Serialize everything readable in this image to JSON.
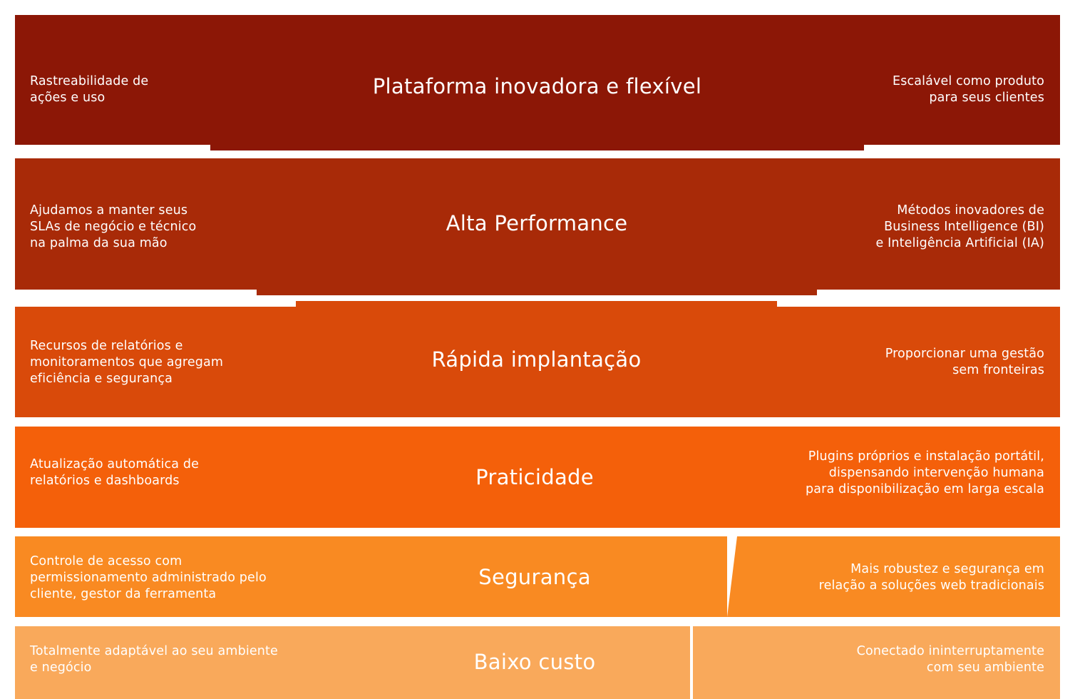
{
  "colors": {
    "row1": "#8C1706",
    "row2": "#A82A08",
    "row3": "#D94A0A",
    "row4": "#F4600A",
    "row5": "#F98A22",
    "row6": "#F9A95B",
    "text": "#FFFFFF",
    "background": "#FFFFFF"
  },
  "rows": [
    {
      "id": "row1",
      "title": "Plataforma inovadora e flexível",
      "left_text": "Rastreabilidade de\nações e uso",
      "right_text": "Escalável como produto\npara seus clientes",
      "color": "#8C1706"
    },
    {
      "id": "row2",
      "title": "Alta Performance",
      "left_text": "Ajudamos a manter seus\nSLAs de negócio e técnico\nna palma da sua mão",
      "right_text": "Métodos inovadores de\nBusiness Intelligence (BI)\ne Inteligência Artificial (IA)",
      "color": "#A82A08"
    },
    {
      "id": "row3",
      "title": "Rápida implantação",
      "left_text": "Recursos de relatórios e\nmonitoramentos que agregam\neficiência e segurança",
      "right_text": "Proporcionar uma gestão\nsem fronteiras",
      "color": "#D94A0A"
    },
    {
      "id": "row4",
      "title": "Praticidade",
      "left_text": "Atualização automática de\nrelatórios e dashboards",
      "right_text": "Plugins próprios e instalação portátil,\ndispensando intervenção humana\npara disponibilização em larga escala",
      "color": "#F4600A"
    },
    {
      "id": "row5",
      "title": "Segurança",
      "left_text": "Controle de acesso com\npermissionamento administrado pelo\ncliente, gestor da ferramenta",
      "right_text": "Mais robustez e segurança em\nrelação a soluções web tradicionais",
      "color": "#F98A22"
    },
    {
      "id": "row6",
      "title": "Baixo custo",
      "left_text": "Totalmente adaptável ao seu ambiente\ne negócio",
      "right_text": "Conectado ininterruptamente\ncom seu ambiente",
      "color": "#F9A95B"
    }
  ]
}
